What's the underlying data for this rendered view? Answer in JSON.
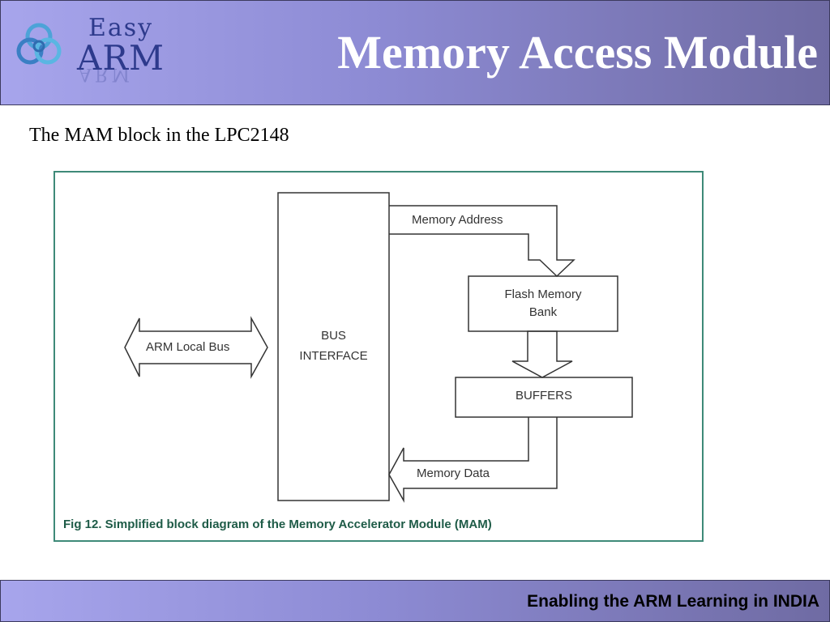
{
  "header": {
    "logo": {
      "word1": "Easy",
      "word2": "ARM"
    },
    "title": "Memory Access Module"
  },
  "subtitle": "The MAM block in the LPC2148",
  "figure": {
    "blocks": {
      "bus_interface": [
        "BUS",
        "INTERFACE"
      ],
      "flash_memory_bank": [
        "Flash Memory",
        "Bank"
      ],
      "buffers": "BUFFERS"
    },
    "arrows": {
      "arm_local_bus": "ARM Local Bus",
      "memory_address": "Memory Address",
      "memory_data": "Memory Data"
    },
    "caption": "Fig 12. Simplified block diagram of the Memory Accelerator Module (MAM)"
  },
  "footer": {
    "tagline": "Enabling the ARM Learning in INDIA"
  },
  "colors": {
    "header_gradient_start": "#a7a5ec",
    "header_gradient_end": "#6f6ba3",
    "caption_color": "#1e5b47",
    "figure_border": "#3e8a78",
    "logo_color": "#2d3a8c"
  }
}
